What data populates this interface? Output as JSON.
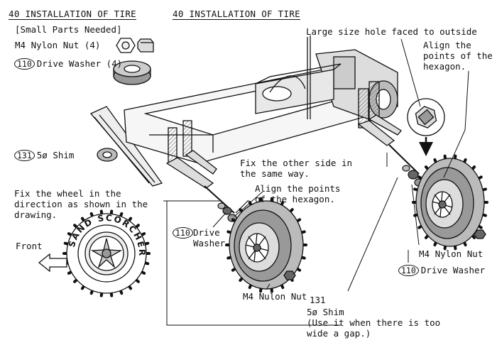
{
  "titles": {
    "left": "40 INSTALLATION OF TIRE",
    "right": "40 INSTALLATION OF TIRE"
  },
  "parts": {
    "heading": "[Small Parts Needed]",
    "nylon_nut": "M4 Nylon Nut (4)",
    "drive_washer_num": "110",
    "drive_washer": "Drive Washer (4)",
    "shim_num": "131",
    "shim": "5ø Shim"
  },
  "notes": {
    "fix_wheel": "Fix the wheel in the\ndirection as shown in the\ndrawing.",
    "front": "Front",
    "large_hole": "Large size hole faced to outside",
    "align_right": "Align the\npoints of the\nhexagon.",
    "other_side": "Fix the other side in\nthe same way.",
    "align_center": "Align the points\nof the hexagon.",
    "center_washer_num": "110",
    "center_washer": "Drive\nWasher",
    "center_nut": "M4 Nulon Nut",
    "shim_bottom_num": "131",
    "shim_bottom": "5ø Shim\n(Use it when there is too\nwide a gap.)",
    "right_nut": "M4 Nylon Nut",
    "right_washer_num": "110",
    "right_washer": "Drive Washer"
  },
  "tire": {
    "sidewall_text": "SAND SCORCHER"
  }
}
